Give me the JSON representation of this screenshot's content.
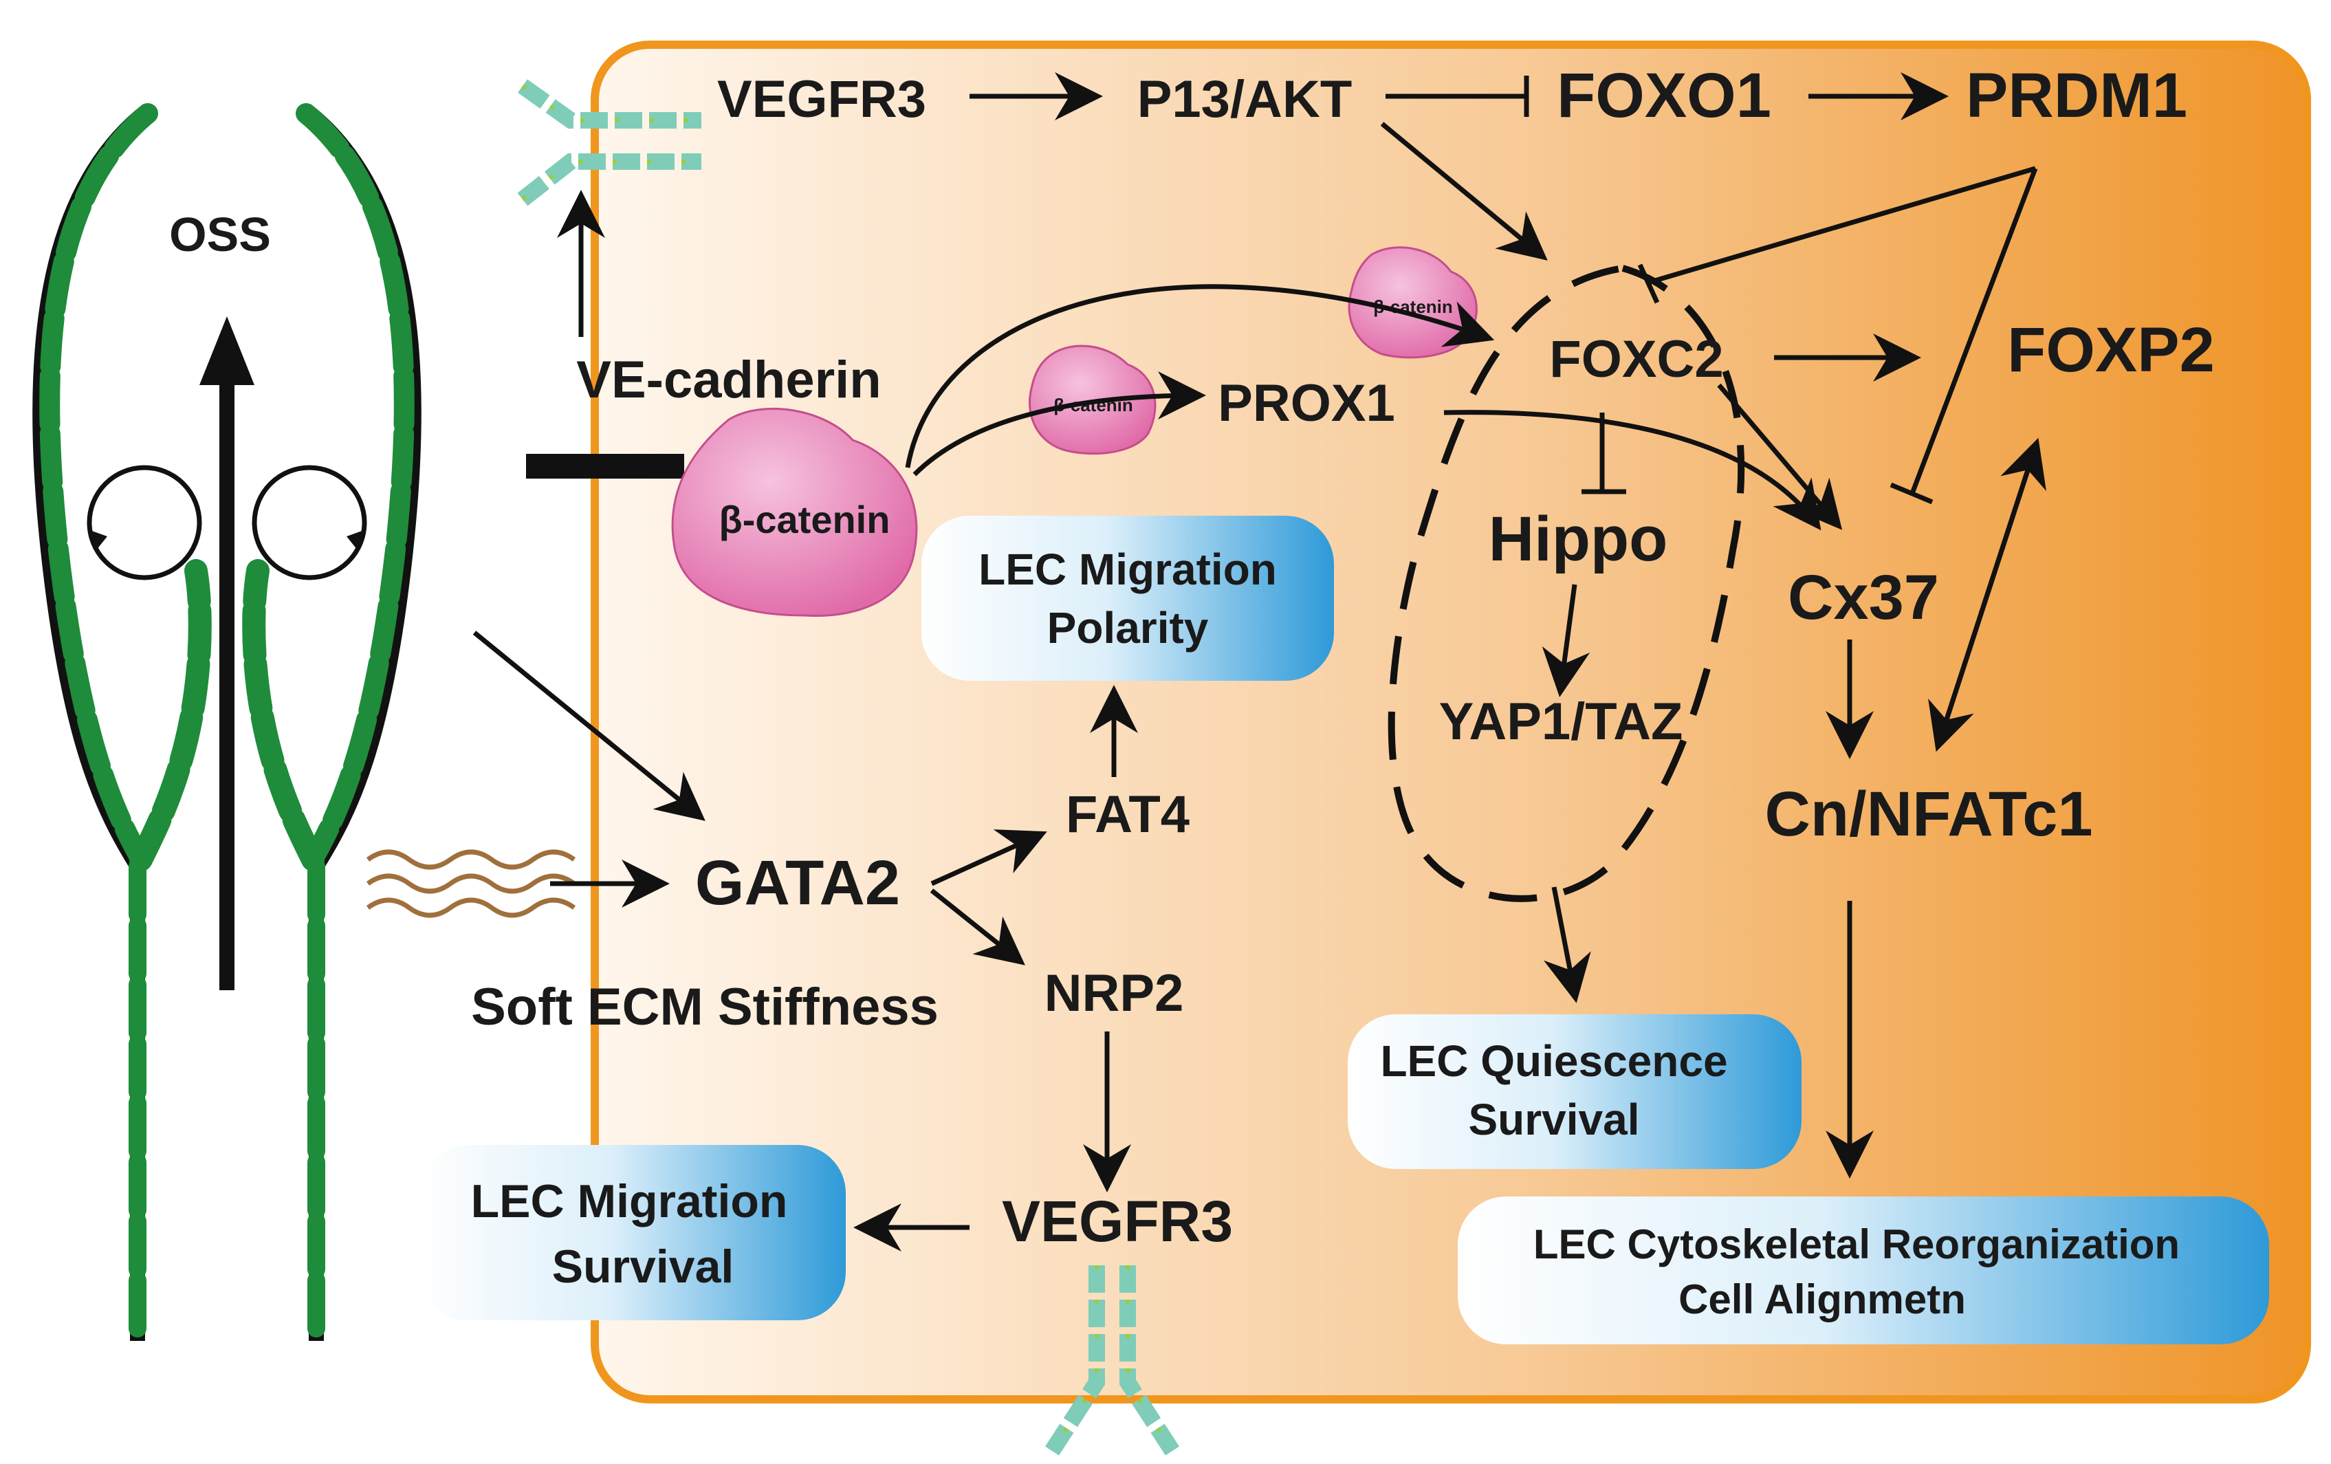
{
  "labels": {
    "oss": "OSS",
    "vegfr3_top": "VEGFR3",
    "pi3k_akt": "P13/AKT",
    "foxo1": "FOXO1",
    "prdm1": "PRDM1",
    "ve_cadherin": "VE-cadherin",
    "beta_catenin_large": "β-catenin",
    "beta_catenin_small_1": "β-catenin",
    "beta_catenin_small_2": "β-catenin",
    "prox1": "PROX1",
    "foxc2": "FOXC2",
    "foxp2": "FOXP2",
    "hippo": "Hippo",
    "yap1_taz": "YAP1/TAZ",
    "cx37": "Cx37",
    "cn_nfatc1": "Cn/NFATc1",
    "gata2": "GATA2",
    "fat4": "FAT4",
    "nrp2": "NRP2",
    "soft_ecm": "Soft ECM Stiffness",
    "vegfr3_bottom": "VEGFR3"
  },
  "boxes": {
    "migration_polarity": [
      "LEC Migration",
      "Polarity"
    ],
    "quiescence_survival": [
      "LEC Quiescence",
      "Survival"
    ],
    "migration_survival": [
      "LEC Migration",
      "Survival"
    ],
    "cytoskeletal": [
      "LEC Cytoskeletal Reorganization",
      "Cell Alignmetn"
    ]
  },
  "colors": {
    "cell_border": "#F0961E",
    "cell_gradient_start": "#FFF6EC",
    "cell_gradient_end": "#EF9428",
    "beta_catenin": "#E87CB3",
    "valve_green": "#1E8C3A",
    "box_blue": "#2E9AD8",
    "receptor_teal": "#7FCDB8",
    "ecm_brown": "#A0703C"
  }
}
